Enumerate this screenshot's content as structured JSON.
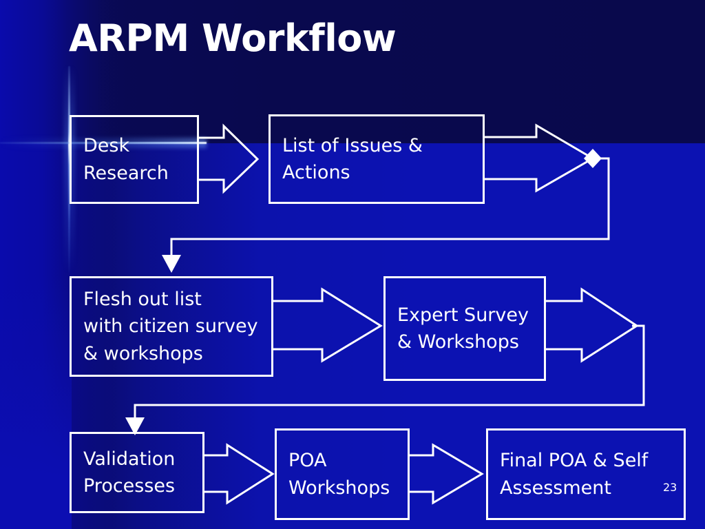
{
  "slide": {
    "title": "ARPM Workflow",
    "number": "23",
    "colors": {
      "background_dark": "#0a0a5e",
      "background_bright": "#0c12b2",
      "outline": "#ffffff",
      "text": "#ffffff",
      "ray": "#7aaaff"
    }
  },
  "diagram": {
    "type": "flowchart",
    "nodes": [
      {
        "id": "desk-research",
        "label": "Desk\nResearch",
        "row": 1,
        "col": 1
      },
      {
        "id": "list-of-issues",
        "label": "List of Issues &\nActions",
        "row": 1,
        "col": 2
      },
      {
        "id": "flesh-out-list",
        "label": "Flesh out list\nwith citizen survey\n& workshops",
        "row": 2,
        "col": 1
      },
      {
        "id": "expert-survey",
        "label": "Expert Survey\n& Workshops",
        "row": 2,
        "col": 2
      },
      {
        "id": "validation",
        "label": "Validation\nProcesses",
        "row": 3,
        "col": 1
      },
      {
        "id": "poa-workshops",
        "label": "POA\nWorkshops",
        "row": 3,
        "col": 2
      },
      {
        "id": "final-poa",
        "label": "Final POA & Self\nAssessment",
        "row": 3,
        "col": 3
      }
    ],
    "connectors": [
      {
        "from": "desk-research",
        "to": "list-of-issues",
        "kind": "block-arrow",
        "direction": "right"
      },
      {
        "from": "list-of-issues",
        "to": "flesh-out-list",
        "kind": "block-arrow-then-elbow",
        "direction": "right-down-left-down"
      },
      {
        "from": "flesh-out-list",
        "to": "expert-survey",
        "kind": "block-arrow",
        "direction": "right"
      },
      {
        "from": "expert-survey",
        "to": "validation",
        "kind": "block-arrow-then-elbow",
        "direction": "right-down-left-down"
      },
      {
        "from": "validation",
        "to": "poa-workshops",
        "kind": "block-arrow",
        "direction": "right"
      },
      {
        "from": "poa-workshops",
        "to": "final-poa",
        "kind": "block-arrow",
        "direction": "right"
      }
    ]
  }
}
